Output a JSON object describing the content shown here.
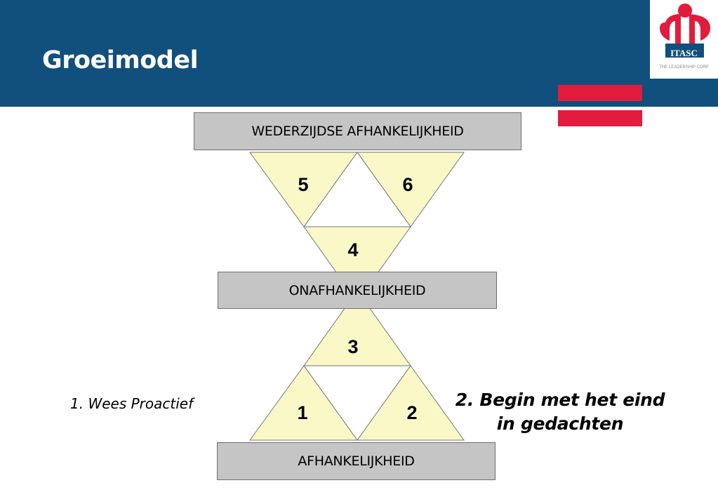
{
  "header": {
    "title": "Groeimodel",
    "background_color": "#114f7c"
  },
  "logo": {
    "name": "ITASC",
    "tagline": "THE LEADERSHIP CORP",
    "accent_color": "#e31b3c"
  },
  "diagram": {
    "levels": {
      "top": "WEDERZIJDSE AFHANKELIJKHEID",
      "middle": "ONAFHANKELIJKHEID",
      "bottom": "AFHANKELIJKHEID"
    },
    "triangle_numbers": {
      "t1": "1",
      "t2": "2",
      "t3": "3",
      "t4": "4",
      "t5": "5",
      "t6": "6"
    },
    "triangle_fill": "#fbf8c8",
    "box_fill": "#c5c5c5"
  },
  "annotations": {
    "habit_1": "1. Wees Proactief",
    "habit_2_line1": "2. Begin met het eind",
    "habit_2_line2": "in gedachten"
  }
}
